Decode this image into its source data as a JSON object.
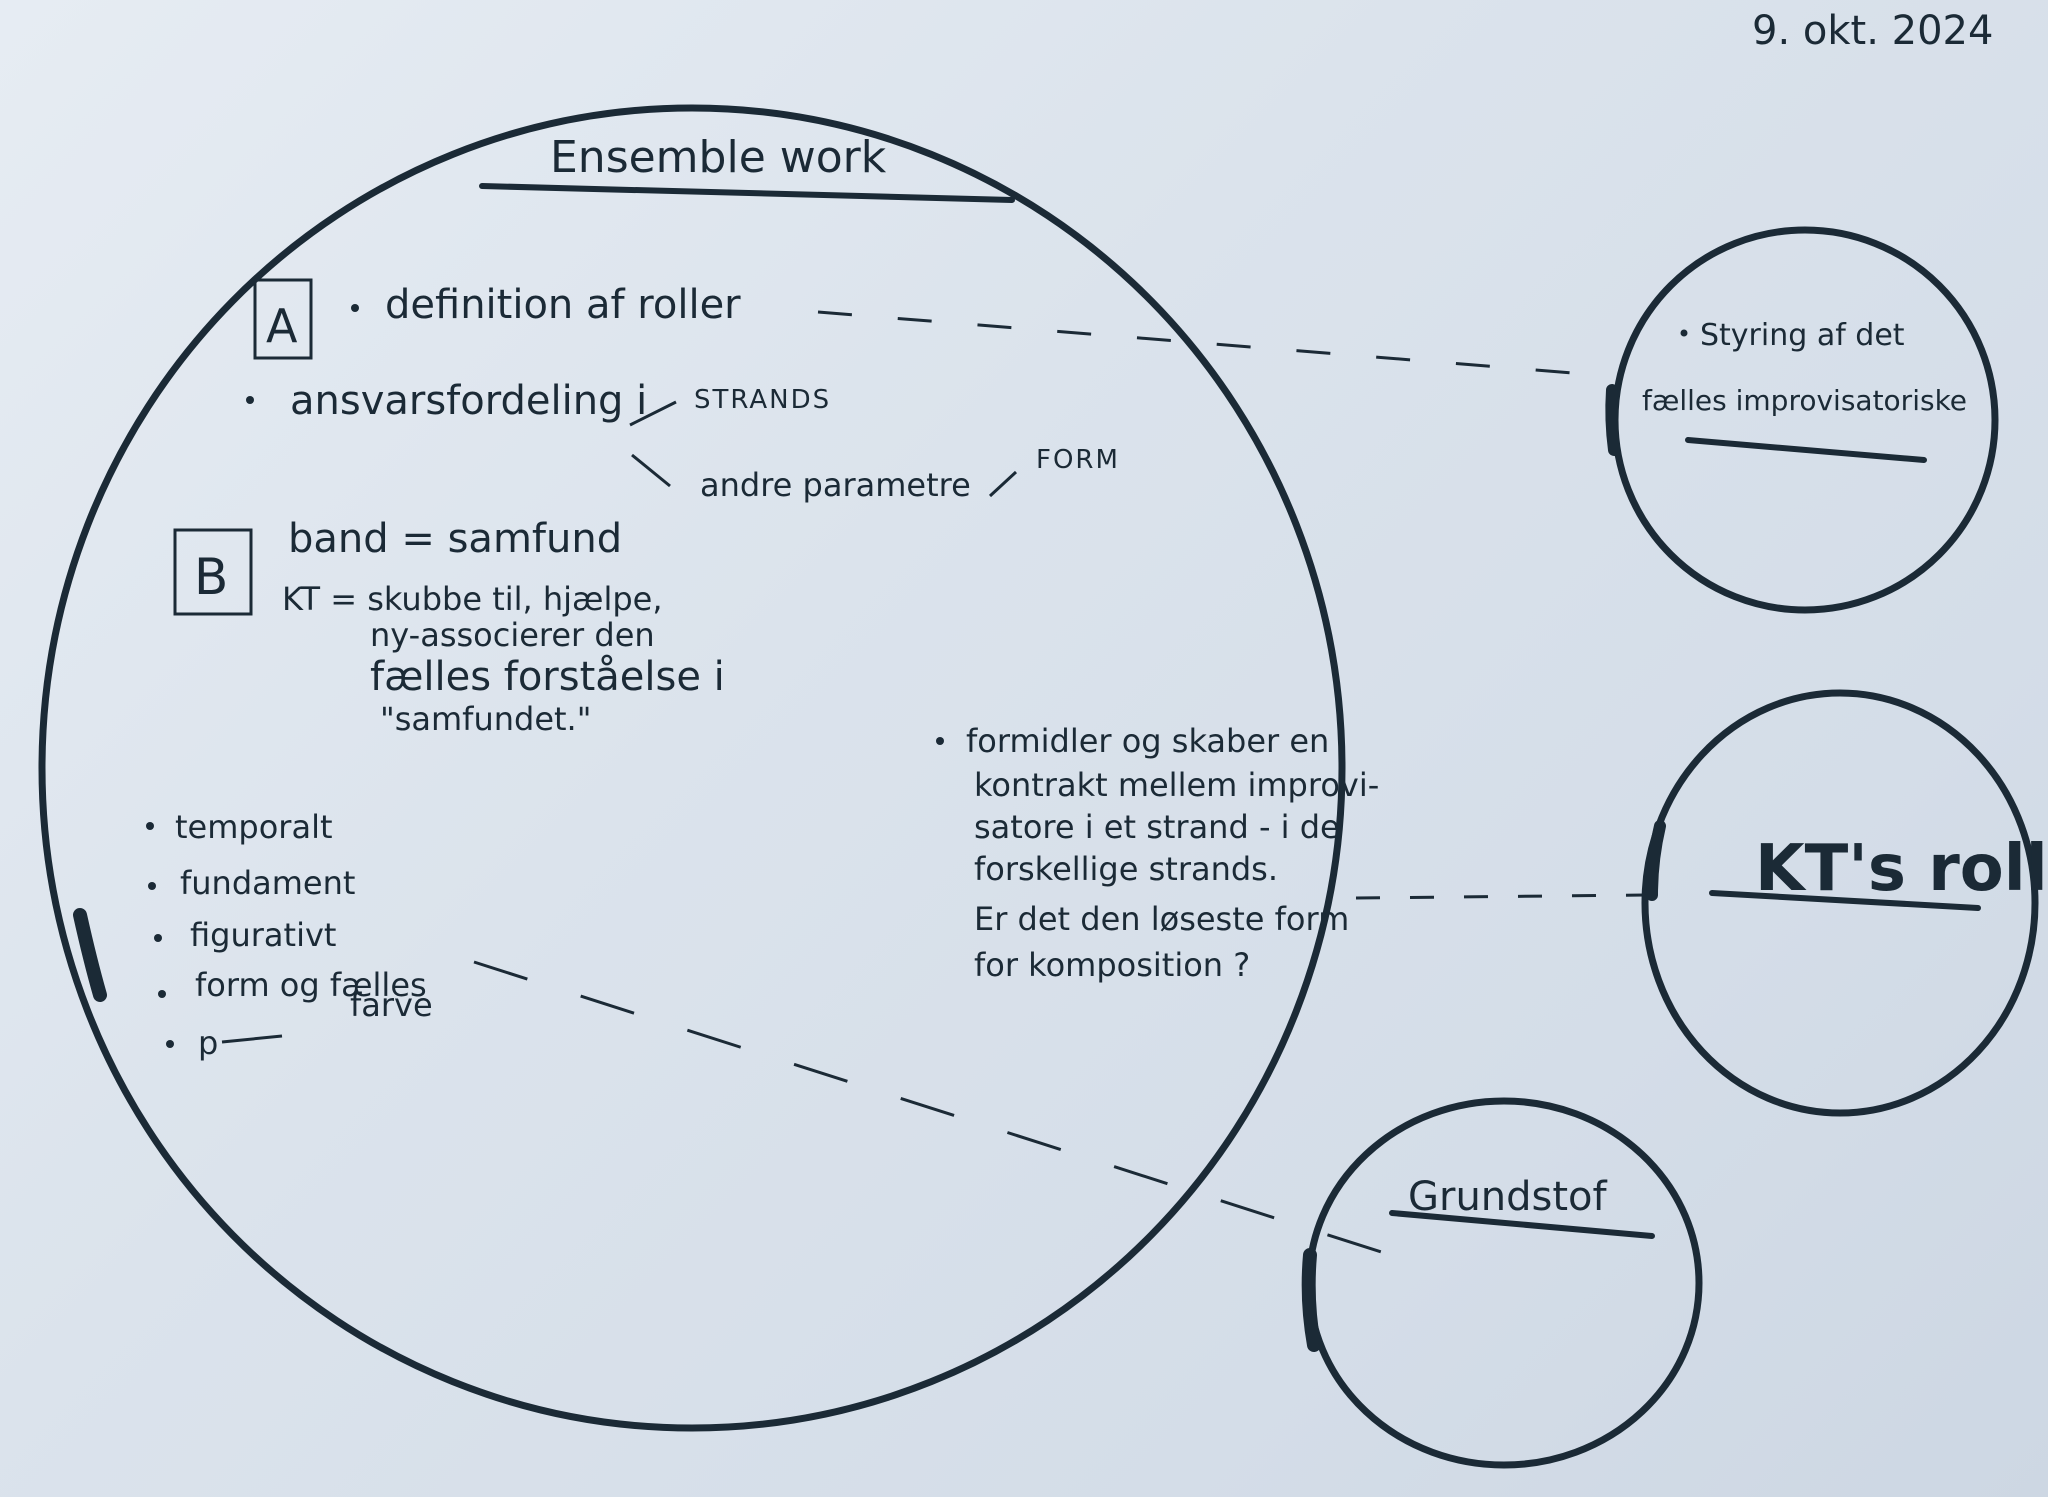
{
  "date": "9. okt. 2024",
  "main_circle": {
    "title": "Ensemble work",
    "section_a": {
      "box_label": "A",
      "bullet_1": "definition af roller",
      "bullet_2": "ansvarsfordeling i",
      "branch_1": "STRANDS",
      "branch_2": "andre parametre",
      "branch_2_extra": "FORM"
    },
    "section_b": {
      "box_label": "B",
      "line_1": "band = samfund",
      "line_2": "KT = skubbe til, hjælpe,",
      "line_3": "ny-associerer den",
      "line_4": "fælles forståelse i",
      "line_5": "\"samfundet.\""
    },
    "left_bullets": [
      "temporalt",
      "fundament",
      "figurativt",
      "form og fælles"
    ],
    "left_bullet_farve": "farve",
    "left_bullet_p": "p",
    "right_note": {
      "line_1": "formidler og skaber en",
      "line_2": "kontrakt mellem improvi-",
      "line_3": "satore i et strand - i de",
      "line_4": "forskellige strands.",
      "line_5": "Er det den løseste form",
      "line_6": "for komposition ?"
    }
  },
  "circle_top_right": {
    "line_1": "Styring af det",
    "line_2": "fælles improvisatoriske"
  },
  "circle_mid_right": {
    "title": "KT's rolle"
  },
  "circle_bottom": {
    "title": "Grundstof"
  },
  "colors": {
    "ink": "#1b2a36",
    "paper": "#dfe6ee"
  }
}
